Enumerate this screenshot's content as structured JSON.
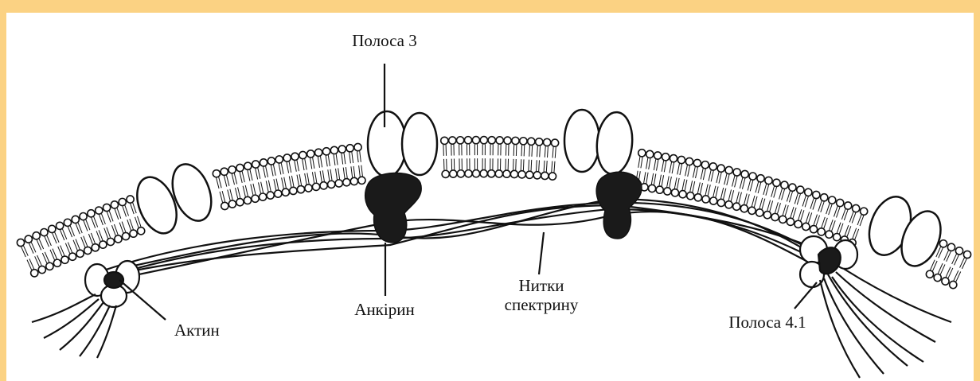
{
  "labels": {
    "band3": "Полоса 3",
    "actin": "Актин",
    "ankyrin": "Анкірин",
    "spectrin_line1": "Нитки",
    "spectrin_line2": "спектрину",
    "band41": "Полоса 4.1"
  },
  "colors": {
    "border": "#fbd283",
    "background": "#ffffff",
    "ink": "#111111",
    "protein_dark": "#1a1a1a"
  }
}
